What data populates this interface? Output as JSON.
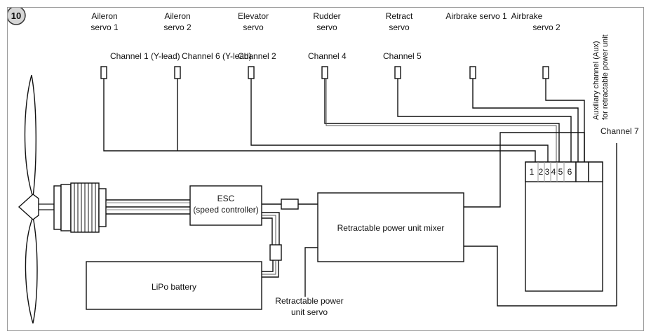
{
  "figure_number": "10",
  "servos": [
    {
      "line1": "Aileron",
      "line2": "servo 1",
      "channel": "Channel 1 (Y-lead)"
    },
    {
      "line1": "Aileron",
      "line2": "servo 2",
      "channel": "Channel 6 (Y-lead)"
    },
    {
      "line1": "Elevator",
      "line2": "servo",
      "channel": "Channel 2"
    },
    {
      "line1": "Rudder",
      "line2": "servo",
      "channel": "Channel 4"
    },
    {
      "line1": "Retract",
      "line2": "servo",
      "channel": "Channel 5"
    },
    {
      "line1": "Airbrake servo 1",
      "line2": "",
      "channel": ""
    },
    {
      "line1": "Airbrake",
      "line2": "servo 2",
      "channel": ""
    }
  ],
  "aux": {
    "line1": "Auxiliary channel (Aux)",
    "line2": "for retractable power unit",
    "channel": "Channel 7"
  },
  "receiver_ports": [
    "1",
    "2",
    "3",
    "4",
    "5",
    "6"
  ],
  "esc": {
    "line1": "ESC",
    "line2": "(speed controller)"
  },
  "mixer": {
    "label": "Retractable power unit mixer"
  },
  "battery": {
    "label": "LiPo battery"
  },
  "rpu_servo": {
    "line1": "Retractable power",
    "line2": "unit servo"
  }
}
